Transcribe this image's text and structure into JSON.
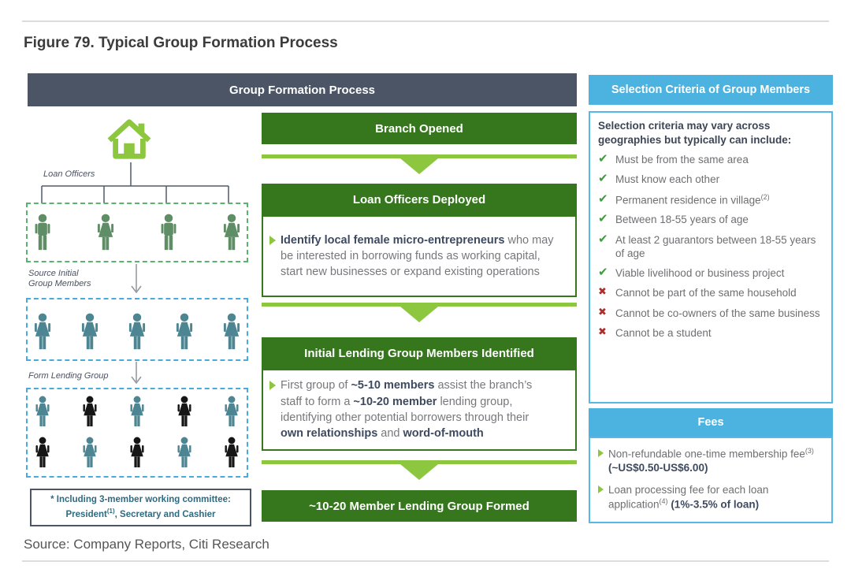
{
  "figure": {
    "title": "Figure 79. Typical Group Formation Process",
    "source": "Source: Company Reports, Citi Research"
  },
  "colors": {
    "dark_header": "#4c5565",
    "green": "#36771e",
    "lime": "#8dc63f",
    "blue": "#4cb3e1",
    "person_green": "#5f8d66",
    "person_teal": "#4d8592",
    "person_black": "#161616",
    "check_green": "#3f9c3f",
    "cross_red": "#ac2f2b"
  },
  "left_panel": {
    "header": "Group Formation Process",
    "label_loan_officers": "Loan Officers",
    "label_source_initial": "Source Initial\nGroup Members",
    "label_form_lending": "Form Lending Group",
    "group1_people": [
      "male-green",
      "female-green",
      "male-green",
      "female-green"
    ],
    "group2_people": [
      "female-teal",
      "female-teal",
      "female-teal",
      "female-teal",
      "female-teal"
    ],
    "group3_row1_people": [
      "female-teal",
      "female-black",
      "female-teal",
      "female-black",
      "female-teal"
    ],
    "group3_row2_people": [
      "female-black",
      "female-teal",
      "female-black",
      "female-teal",
      "female-black"
    ],
    "note": {
      "line1": "* Including 3-member working committee:",
      "line2_pre": "President",
      "line2_sup": "(1)",
      "line2_post": ", Secretary and Cashier"
    }
  },
  "flow": {
    "step1": "Branch Opened",
    "step2_header": "Loan Officers Deployed",
    "step2_body": [
      {
        "t": "Identify local female micro-entrepreneurs",
        "b": true
      },
      {
        "t": " who may\nbe interested in borrowing funds as working capital,\nstart new businesses or expand existing operations"
      }
    ],
    "step3_header": "Initial Lending Group Members Identified",
    "step3_body": [
      {
        "t": "First group of "
      },
      {
        "t": "~5-10 members",
        "b": true
      },
      {
        "t": " assist the branch’s\nstaff to form a "
      },
      {
        "t": "~10-20 member",
        "b": true
      },
      {
        "t": " lending group,\nidentifying other potential borrowers through their\n"
      },
      {
        "t": "own relationships",
        "b": true
      },
      {
        "t": " and "
      },
      {
        "t": "word-of-mouth",
        "b": true
      }
    ],
    "step4": "~10-20 Member Lending Group Formed"
  },
  "right_panel": {
    "criteria_header": "Selection Criteria of Group Members",
    "criteria_intro": "Selection criteria may vary across geographies but typically can include:",
    "criteria_items": [
      {
        "mark": "check",
        "text": "Must be from the same area"
      },
      {
        "mark": "check",
        "text": "Must know each other"
      },
      {
        "mark": "check",
        "text": "Permanent residence in village",
        "sup": "(2)"
      },
      {
        "mark": "check",
        "text": "Between 18-55 years of age"
      },
      {
        "mark": "check",
        "text": "At least 2 guarantors between 18-55 years of age"
      },
      {
        "mark": "check",
        "text": "Viable livelihood or business project"
      },
      {
        "mark": "cross",
        "text": "Cannot be part of the same household"
      },
      {
        "mark": "cross",
        "text": "Cannot be co-owners of the same business"
      },
      {
        "mark": "cross",
        "text": "Cannot be a student"
      }
    ],
    "fees_header": "Fees",
    "fees_items": [
      [
        {
          "t": "Non-refundable one-time membership fee"
        },
        {
          "t": "(3)",
          "sup": true
        },
        {
          "t": " "
        },
        {
          "t": "(~US$0.50-US$6.00)",
          "b": true
        }
      ],
      [
        {
          "t": "Loan processing fee for each loan application"
        },
        {
          "t": "(4)",
          "sup": true
        },
        {
          "t": " "
        },
        {
          "t": "(1%-3.5% of loan)",
          "b": true
        }
      ]
    ]
  }
}
